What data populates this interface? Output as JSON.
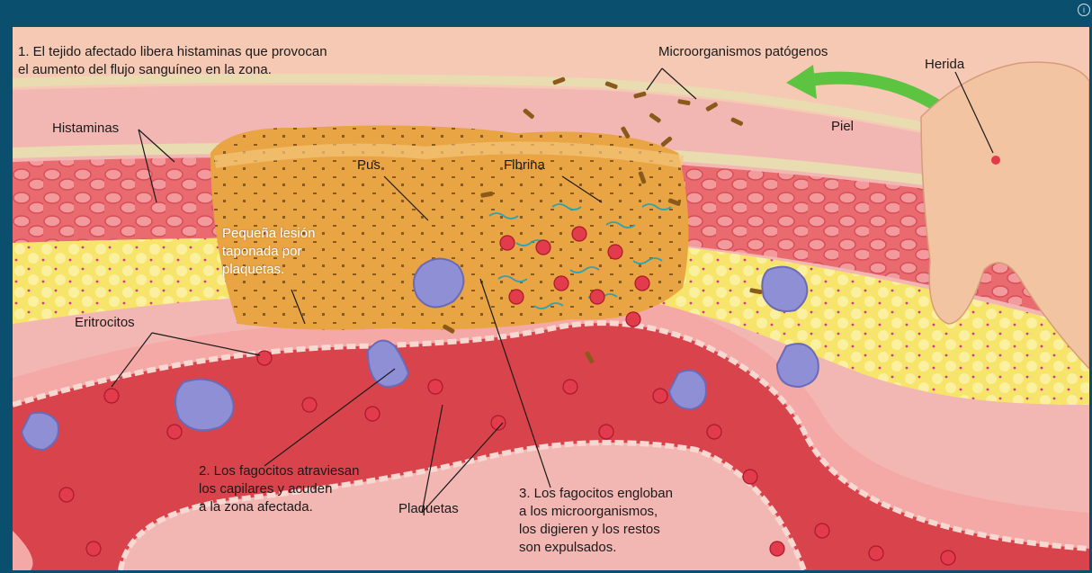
{
  "colors": {
    "frame": "#0b4f6e",
    "skin": "#f6c9b4",
    "skin_line": "#e8dcb0",
    "dermis": "#e96a6f",
    "fat": "#f7e46a",
    "vessel": "#d9434b",
    "pus": "#e9a443",
    "arrow": "#5cc441",
    "phagocyte": "#8f8fd6"
  },
  "labels": {
    "step1": "1. El tejido afectado libera histaminas que provocan\nel aumento del flujo sanguíneo en la zona.",
    "microorganismos": "Microorganismos patógenos",
    "herida": "Herida",
    "histaminas": "Histaminas",
    "piel": "Piel",
    "pus": "Pus",
    "fibrina": "Fibrina",
    "lesion": "Pequeña lesión\ntaponada por\nplaquetas.",
    "eritrocitos": "Eritrocitos",
    "step2": "2. Los fagocitos atraviesan\nlos capilares y acuden\na la zona afectada.",
    "plaquetas": "Plaquetas",
    "step3": "3. Los fagocitos engloban\na los microorganismos,\nlos digieren y los restos\nson expulsados."
  },
  "icons": {
    "corner": "info-icon"
  }
}
